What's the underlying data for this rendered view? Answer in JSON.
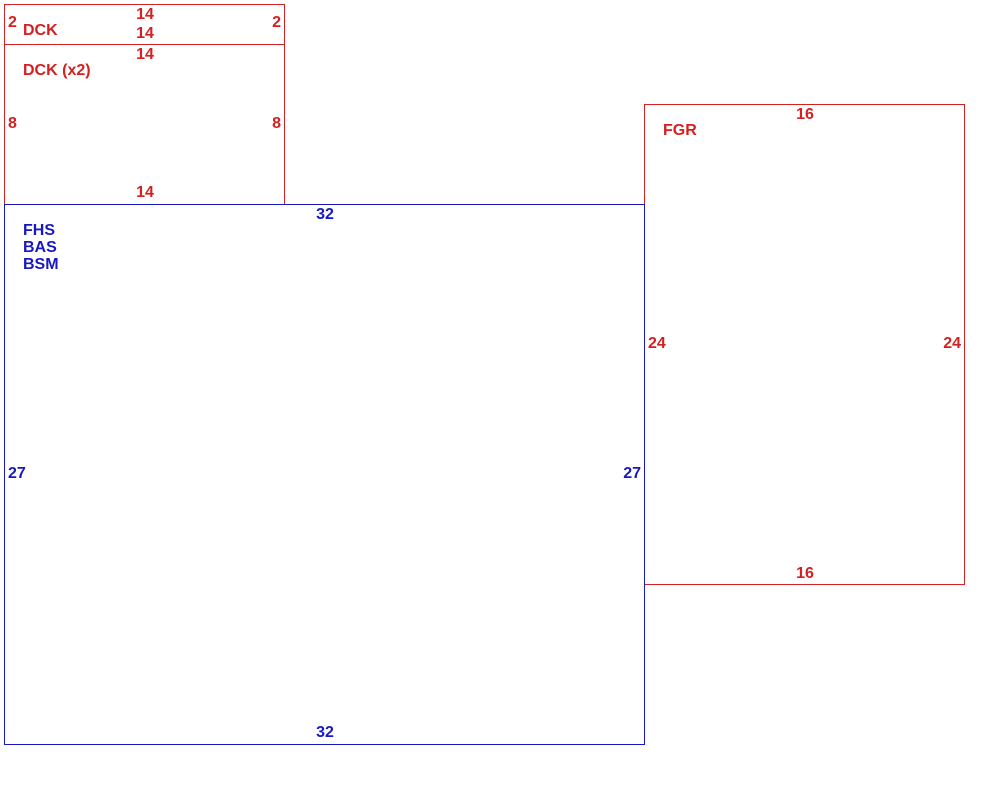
{
  "colors": {
    "red": "#d42020",
    "blue": "#1818c0"
  },
  "rooms": {
    "dck": {
      "label": "DCK",
      "top": "14",
      "bottom": "14",
      "left": "2",
      "right": "2"
    },
    "dck2": {
      "label": "DCK (x2)",
      "top": "14",
      "bottom": "14",
      "left": "8",
      "right": "8"
    },
    "main": {
      "labels": [
        "FHS",
        "BAS",
        "BSM"
      ],
      "top": "32",
      "bottom": "32",
      "left": "27",
      "right": "27"
    },
    "fgr": {
      "label": "FGR",
      "top": "16",
      "bottom": "16",
      "left": "24",
      "right": "24"
    }
  }
}
